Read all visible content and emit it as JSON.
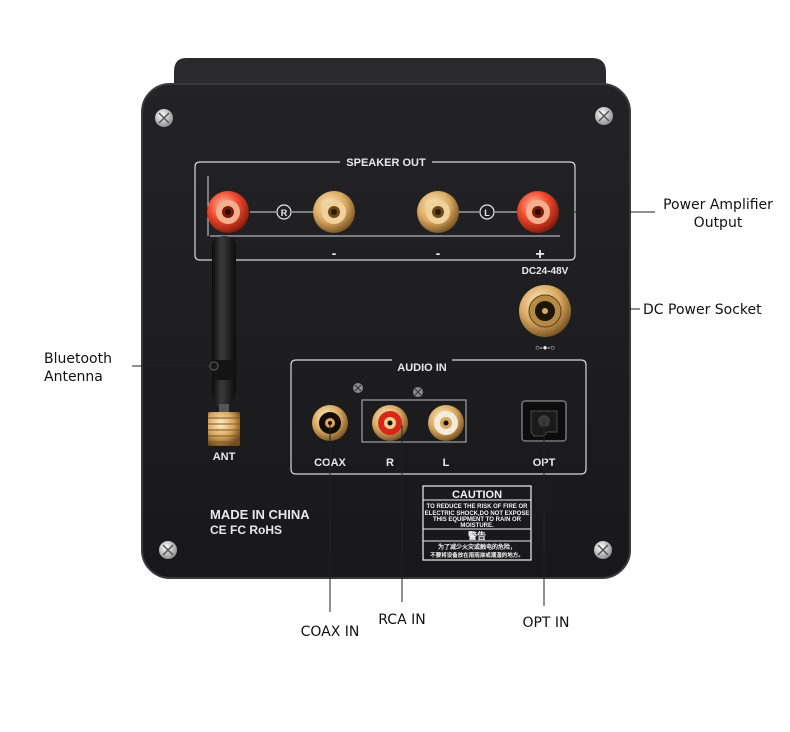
{
  "panel": {
    "speaker_out": "SPEAKER OUT",
    "right_mark": "R",
    "left_mark": "L",
    "minus": "-",
    "plus": "+",
    "dc_voltage": "DC24-48V",
    "dc_polarity": "○-●-○",
    "audio_in": "AUDIO IN",
    "coax": "COAX",
    "rca_r": "R",
    "rca_l": "L",
    "opt": "OPT",
    "ant": "ANT",
    "made_in": "MADE IN CHINA",
    "certs": "CE FC RoHS",
    "caution": {
      "title": "CAUTION",
      "lines": [
        "TO REDUCE THE RISK OF FIRE OR",
        "ELECTRIC SHOCK,DO NOT EXPOSE",
        "THIS EQUIPMENT TO RAIN OR",
        "MOISTURE."
      ],
      "cn_title": "警告",
      "cn_lines": [
        "为了减少火灾或触电的危险，",
        "不要将设备放在雨雨淋或潮湿的地方。"
      ]
    }
  },
  "callouts": {
    "power_amp_line1": "Power Amplifier",
    "power_amp_line2": "Output",
    "dc_power": "DC Power Socket",
    "bt_line1": "Bluetooth",
    "bt_line2": "Antenna",
    "coax_in": "COAX IN",
    "rca_in": "RCA IN",
    "opt_in": "OPT IN"
  },
  "colors": {
    "panel": "#1b1b1d",
    "red_terminal": "#e8442f",
    "gold": "#d9a860",
    "rca_red": "#d8261a"
  }
}
